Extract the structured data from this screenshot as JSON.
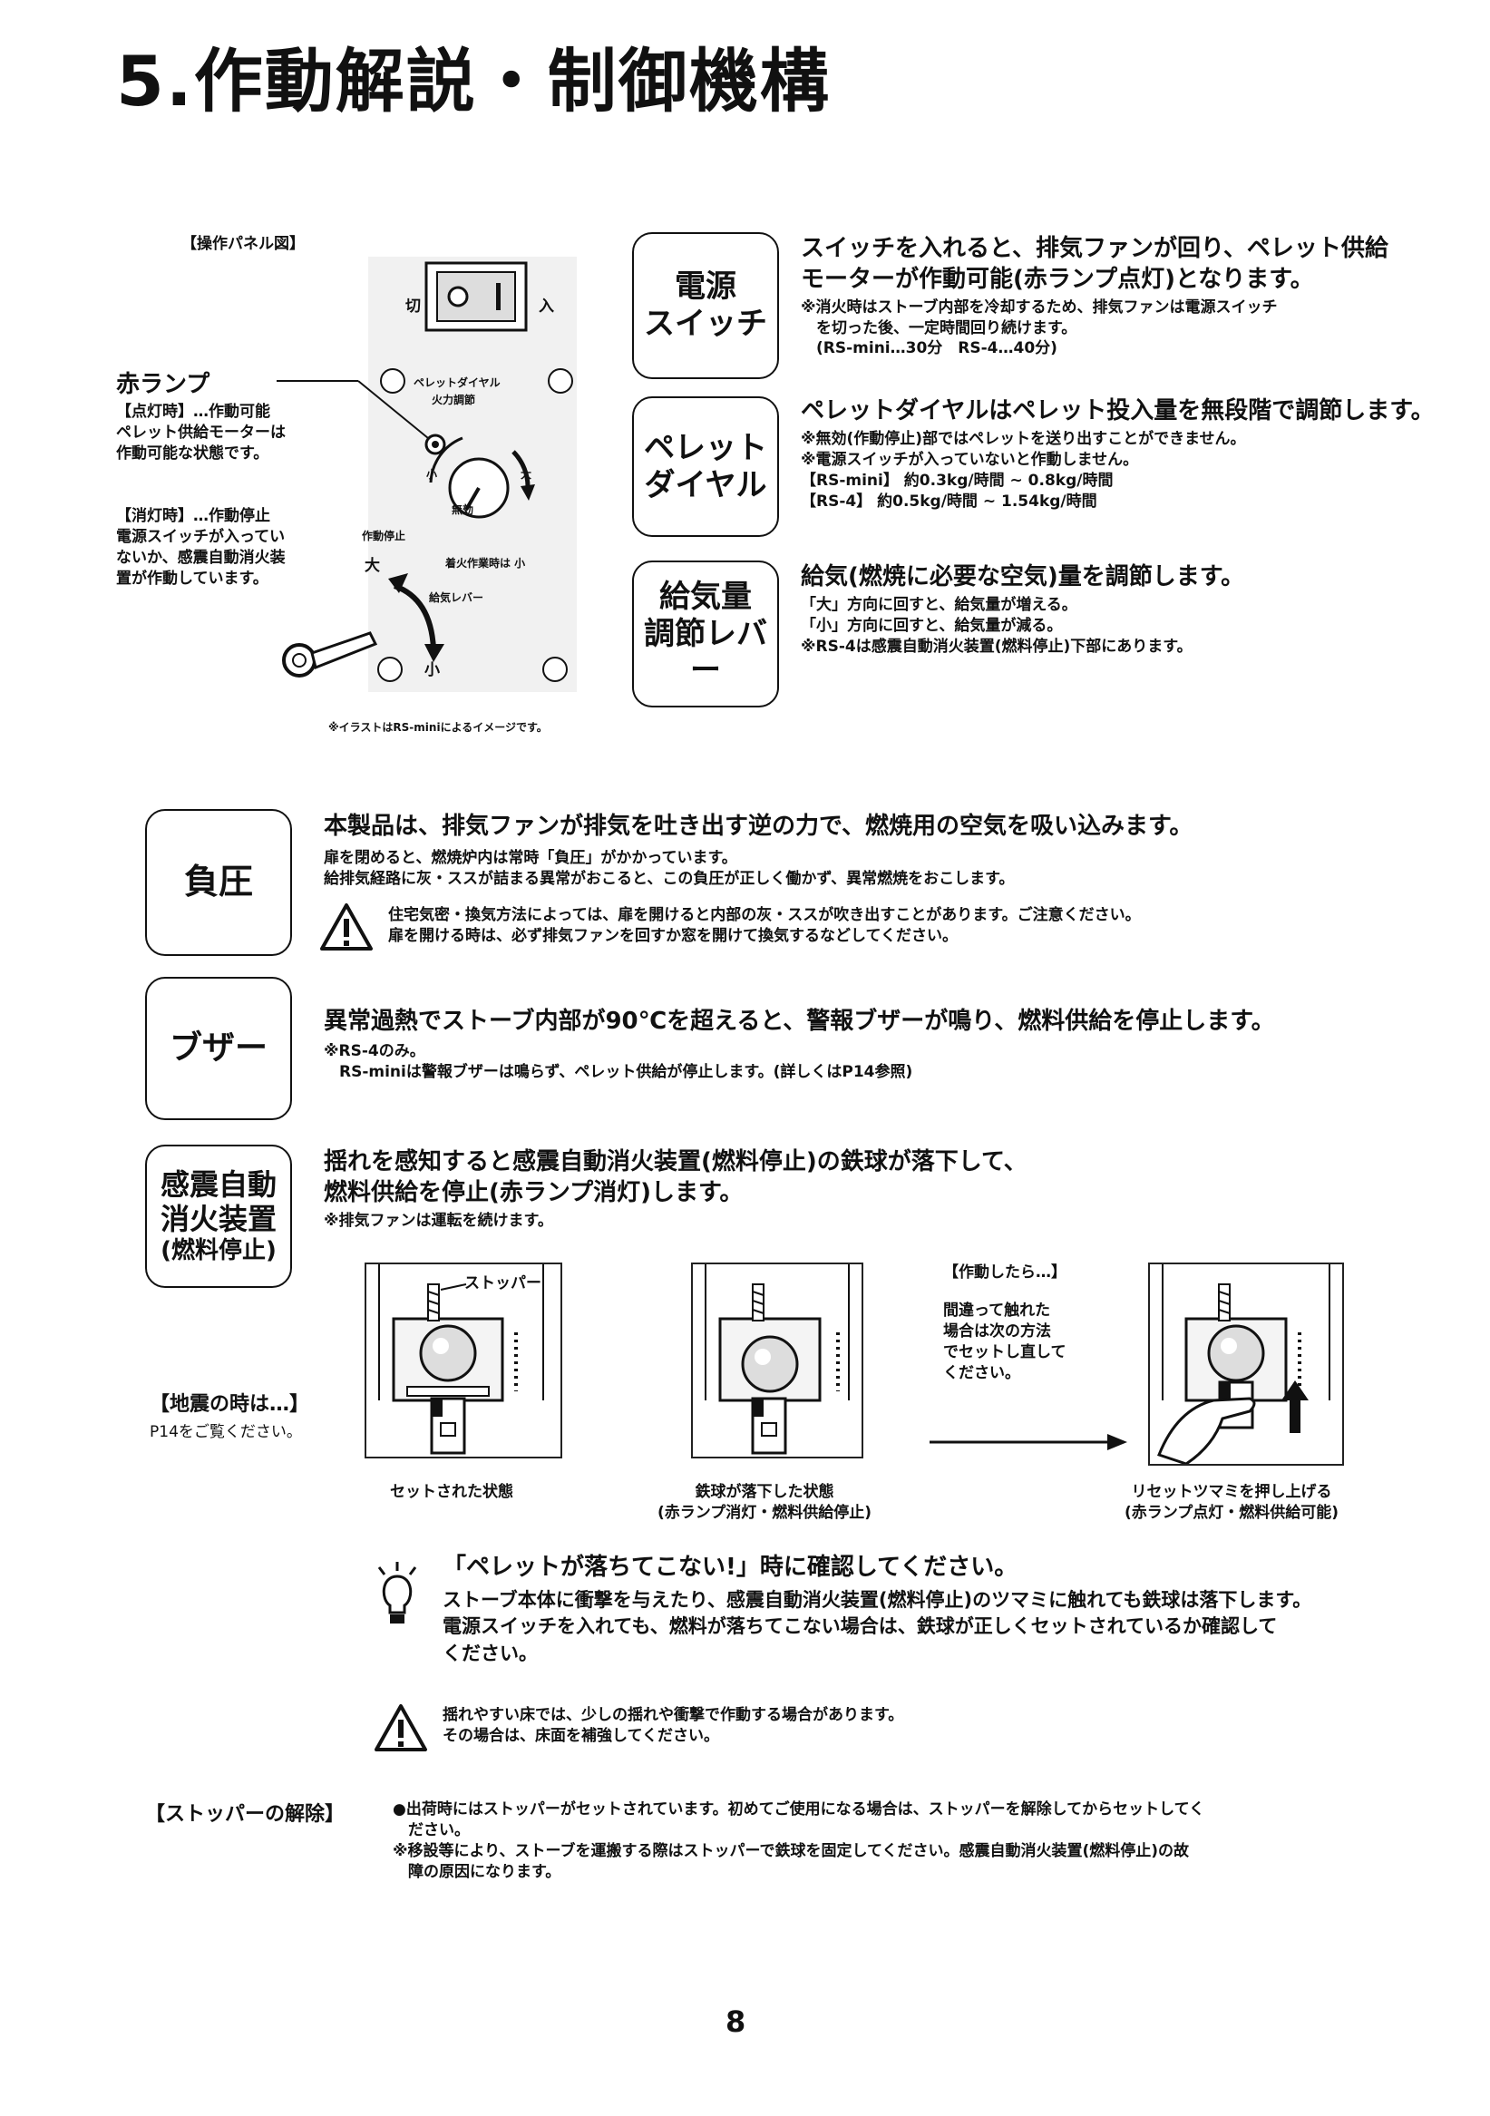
{
  "title": "5.作動解説・制御機構",
  "panel": {
    "heading": "【操作パネル図】",
    "switch_off": "切",
    "switch_on": "入",
    "dial_label_1": "ペレットダイヤル",
    "dial_label_2": "火力調節",
    "dial_small": "小",
    "dial_large": "大",
    "dial_invalid": "無効",
    "stop_label": "作動停止",
    "lever_large": "大",
    "lever_note": "着火作業時は 小",
    "lever_label": "給気レバー",
    "lever_small": "小",
    "red_lamp": "赤ランプ",
    "lamp_on": [
      "【点灯時】…作動可能",
      "ペレット供給モーターは",
      "作動可能な状態です。"
    ],
    "lamp_off": [
      "【消灯時】…作動停止",
      "電源スイッチが入ってい",
      "ないか、感震自動消火装",
      "置が作動しています。"
    ],
    "caption": "※イラストはRS-miniによるイメージです。"
  },
  "controls": [
    {
      "label": [
        "電源",
        "スイッチ"
      ],
      "lines": [
        "スイッチを入れると、排気ファンが回り、ペレット供給",
        "モーターが作動可能(赤ランプ点灯)となります。"
      ],
      "notes": [
        "※消火時はストーブ内部を冷却するため、排気ファンは電源スイッチ",
        "　を切った後、一定時間回り続けます。",
        "　(RS-mini…30分　RS-4…40分)"
      ]
    },
    {
      "label": [
        "ペレット",
        "ダイヤル"
      ],
      "lines": [
        "ペレットダイヤルはペレット投入量を無段階で調節します。"
      ],
      "notes": [
        "※無効(作動停止)部ではペレットを送り出すことができません。",
        "※電源スイッチが入っていないと作動しません。",
        "【RS-mini】 約0.3kg/時間 ~ 0.8kg/時間",
        "【RS-4】 約0.5kg/時間 ~ 1.54kg/時間"
      ]
    },
    {
      "label": [
        "給気量",
        "調節レバー"
      ],
      "lines": [
        "給気(燃焼に必要な空気)量を調節します。"
      ],
      "notes": [
        "「大」方向に回すと、給気量が増える。",
        "「小」方向に回すと、給気量が減る。",
        "※RS-4は感震自動消火装置(燃料停止)下部にあります。"
      ]
    }
  ],
  "negative": {
    "label": "負圧",
    "lead": "本製品は、排気ファンが排気を吐き出す逆の力で、燃焼用の空気を吸い込みます。",
    "lines": [
      "扉を閉めると、燃焼炉内は常時「負圧」がかかっています。",
      "給排気経路に灰・ススが詰まる異常がおこると、この負圧が正しく働かず、異常燃焼をおこします。"
    ],
    "warn": [
      "住宅気密・換気方法によっては、扉を開けると内部の灰・ススが吹き出すことがあります。ご注意ください。",
      "扉を開ける時は、必ず排気ファンを回すか窓を開けて換気するなどしてください。"
    ]
  },
  "buzzer": {
    "label": "ブザー",
    "lead": "異常過熱でストーブ内部が90℃を超えると、警報ブザーが鳴り、燃料供給を停止します。",
    "notes": [
      "※RS-4のみ。",
      "　RS-miniは警報ブザーは鳴らず、ペレット供給が停止します。(詳しくはP14参照)"
    ]
  },
  "seismic": {
    "label": [
      "感震自動",
      "消火装置",
      "(燃料停止)"
    ],
    "lead": [
      "揺れを感知すると感震自動消火装置(燃料停止)の鉄球が落下して、",
      "燃料供給を停止(赤ランプ消灯)します。"
    ],
    "note": "※排気ファンは運転を続けます。",
    "earthquake_heading": "【地震の時は…】",
    "earthquake_ref": "P14をご覧ください。",
    "stopper_label": "ストッパー",
    "after_heading": "【作動したら…】",
    "after_lines": [
      "間違って触れた",
      "場合は次の方法",
      "でセットし直して",
      "ください。"
    ],
    "captions": [
      [
        "セットされた状態"
      ],
      [
        "鉄球が落下した状態",
        "(赤ランプ消灯・燃料供給停止)"
      ],
      [
        "リセットツマミを押し上げる",
        "(赤ランプ点灯・燃料供給可能)"
      ]
    ]
  },
  "tip": {
    "heading": "「ペレットが落ちてこない!」時に確認してください。",
    "lines": [
      "ストーブ本体に衝撃を与えたり、感震自動消火装置(燃料停止)のツマミに触れても鉄球は落下します。",
      "電源スイッチを入れても、燃料が落ちてこない場合は、鉄球が正しくセットされているか確認して",
      "ください。"
    ]
  },
  "warning2": [
    "揺れやすい床では、少しの揺れや衝撃で作動する場合があります。",
    "その場合は、床面を補強してください。"
  ],
  "stopper_release": {
    "heading": "【ストッパーの解除】",
    "lines": [
      "●出荷時にはストッパーがセットされています。初めてご使用になる場合は、ストッパーを解除してからセットしてく",
      "　ださい。",
      "※移設等により、ストーブを運搬する際はストッパーで鉄球を固定してください。感震自動消火装置(燃料停止)の故",
      "　障の原因になります。"
    ]
  },
  "page_number": "8"
}
